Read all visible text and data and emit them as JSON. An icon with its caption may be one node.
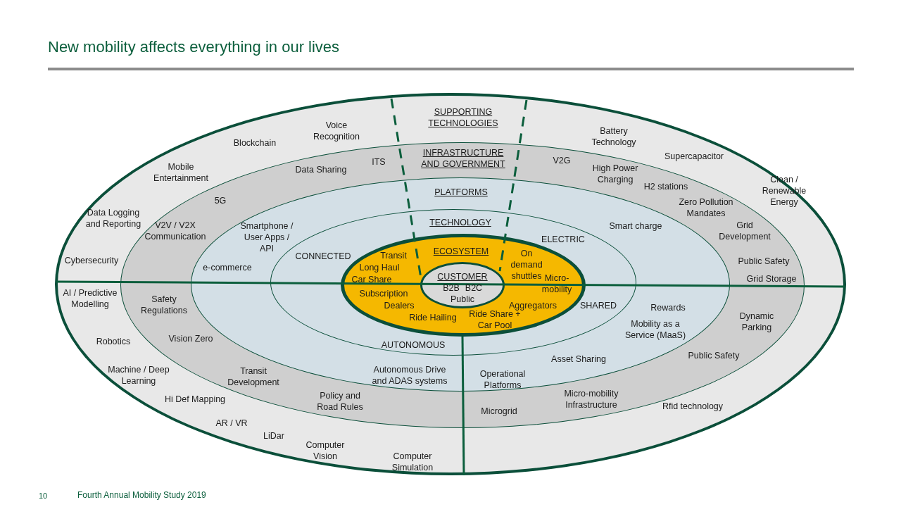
{
  "diagram": {
    "title": "New mobility affects everything in our lives",
    "nodes": [
      {
        "text": [
          "SUPPORTING TECHNOLOGIES"
        ]
      },
      {
        "text": [
          "INFRASTRUCTURE AND GOVERNMENT"
        ],
        "in": 0
      },
      {
        "text": [
          "PLATFORMS"
        ],
        "in": 1
      },
      {
        "text": [
          "TECHNOLOGY"
        ],
        "in": 2
      },
      {
        "text": [
          "ECOSYSTEM"
        ],
        "in": 3
      },
      {
        "text": [
          "CUSTOMER",
          "B2B",
          "B2C",
          "Public"
        ],
        "in": 4
      }
    ],
    "labels": [
      "Voice Recognition",
      "Battery Technology",
      "Blockchain",
      "Supercapacitor",
      "V2G",
      "ITS",
      "Data Sharing",
      "Mobile Entertainment",
      "High Power Charging",
      "H2 stations",
      "Clean / Renewable Energy",
      "5G",
      "Zero Pollution Mandates",
      "Data Logging and Reporting",
      "Smart charge",
      "V2V / V2X Communication",
      "Grid Development",
      "Smartphone / User Apps / API",
      "ELECTRIC",
      "Transit",
      "CONNECTED",
      "Cybersecurity",
      "Public Safety",
      "On demand shuttles",
      "e-commerce",
      "Long Haul",
      "Grid Storage",
      "Car Share",
      "Micro-mobility",
      "Subscription",
      "AI / Predictive Modelling",
      "Safety Regulations",
      "Dealers",
      "Aggregators",
      "SHARED",
      "Rewards",
      "Ride Hailing",
      "Ride Share + Car Pool",
      "Dynamic Parking",
      "Mobility as a Service (MaaS)",
      "Vision Zero",
      "Robotics",
      "AUTONOMOUS",
      "Public Safety",
      "Asset Sharing",
      "Machine / Deep Learning",
      "Autonomous Drive and ADAS systems",
      "Transit Development",
      "Operational Platforms",
      "Hi Def Mapping",
      "Micro-mobility Infrastructure",
      "Policy and Road Rules",
      "Rfid technology",
      "Microgrid",
      "AR / VR",
      "LiDar",
      "Computer Vision",
      "Computer Simulation",
      "10",
      "Fourth Annual Mobility Study 2019"
    ]
  }
}
